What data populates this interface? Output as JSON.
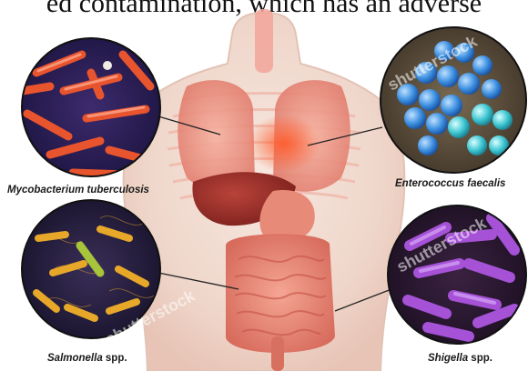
{
  "caption": "ed contamination, which has an adverse",
  "labels": {
    "top_left": "Mycobacterium tuberculosis",
    "top_right": "Enterococcus faecalis",
    "bottom_left_genus": "Salmonella",
    "bottom_left_rest": " spp.",
    "bottom_right_genus": "Shigella",
    "bottom_right_rest": " spp."
  },
  "watermark": "shutterstock",
  "colors": {
    "mycobacterium": "#e8542e",
    "enterococcus": "#3a8ee0",
    "salmonella": "#e7a82a",
    "shigella": "#a552d6"
  }
}
